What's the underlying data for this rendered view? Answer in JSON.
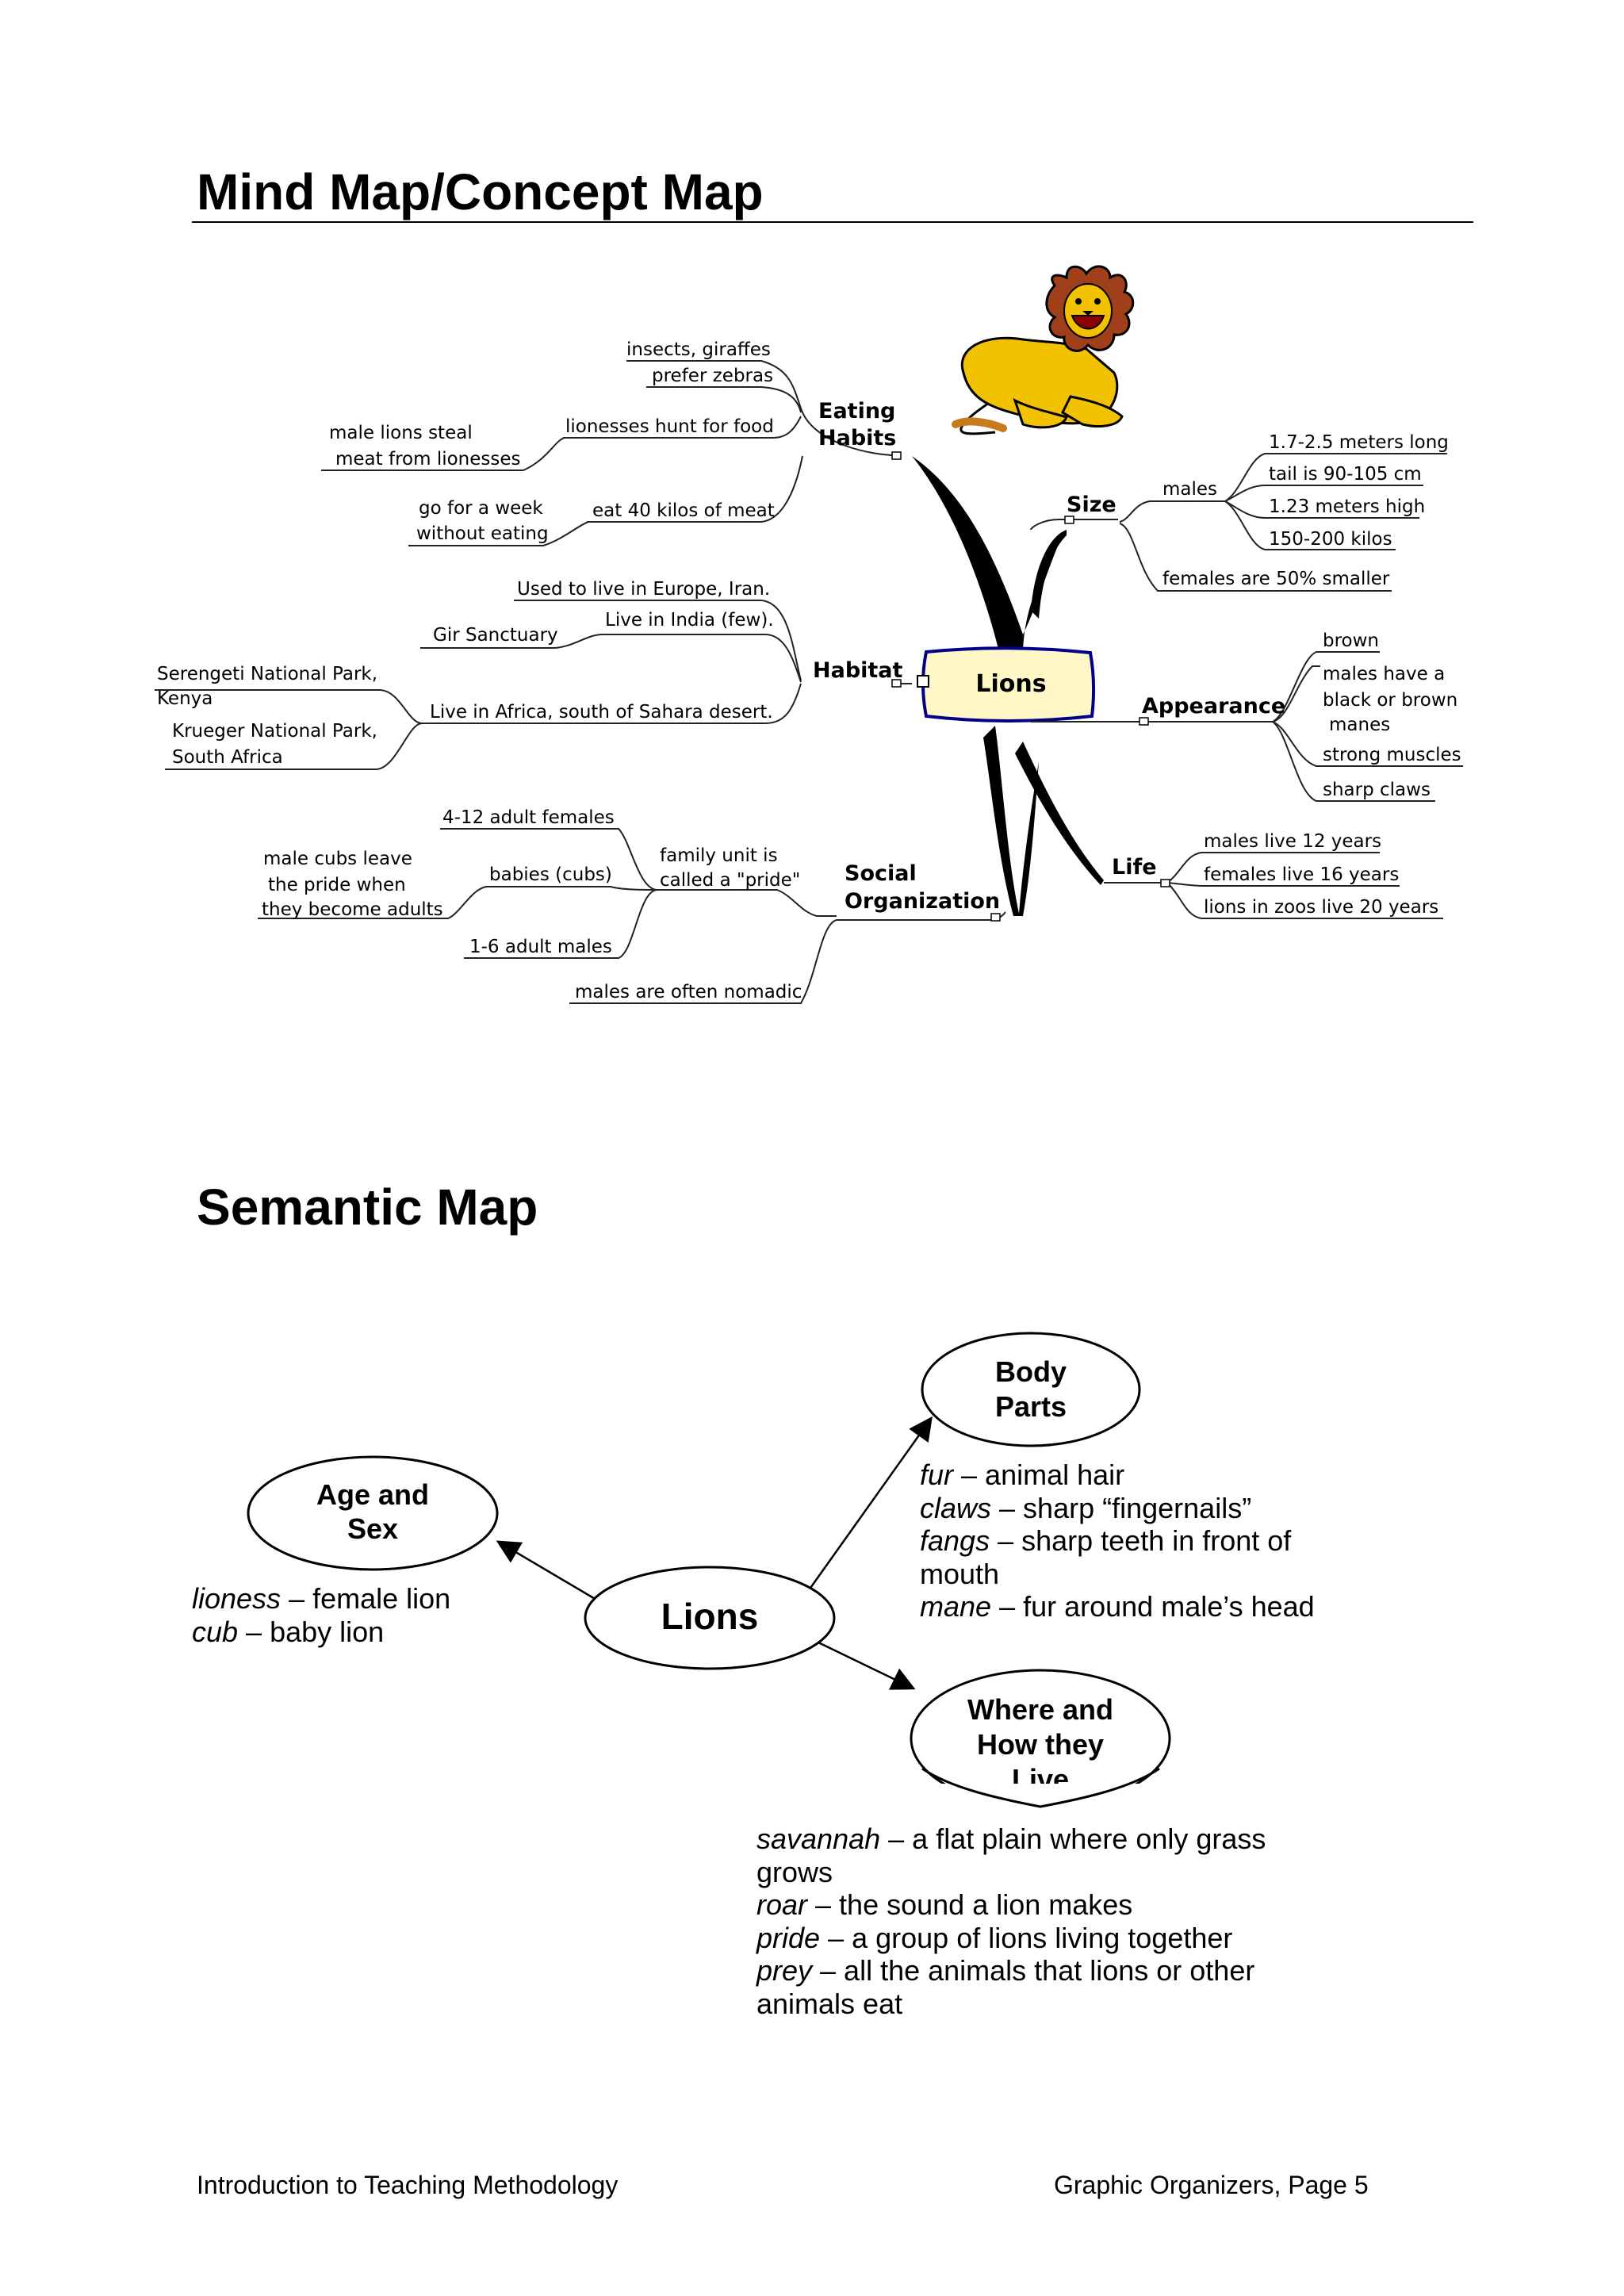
{
  "mind_map": {
    "title": "Mind Map/Concept Map",
    "center": "Lions",
    "branches": {
      "eating": {
        "label": [
          "Eating",
          "Habits"
        ],
        "items": [
          "insects, giraffes",
          "prefer zebras",
          "lionesses hunt for food",
          "eat 40 kilos of meat"
        ],
        "sub_lionesses": [
          "male lions steal",
          "meat from lionesses"
        ],
        "sub_eat": [
          "go for a week",
          "without eating"
        ]
      },
      "habitat": {
        "label": "Habitat",
        "items": [
          "Used to live in Europe, Iran.",
          "Live in India (few).",
          "Live in Africa, south of Sahara desert."
        ],
        "sub_india": "Gir Sanctuary",
        "sub_africa_1": [
          "Serengeti National Park,",
          "Kenya"
        ],
        "sub_africa_2": [
          "Krueger National Park,",
          "South Africa"
        ]
      },
      "social": {
        "label": [
          "Social",
          "Organization"
        ],
        "family": [
          "family unit is",
          "called a \"pride\""
        ],
        "family_items": [
          "4-12 adult females",
          "babies (cubs)",
          "1-6 adult males"
        ],
        "sub_cubs": [
          "male cubs leave",
          "the pride when",
          "they become adults"
        ],
        "nomadic": "males are often nomadic"
      },
      "size": {
        "label": "Size",
        "males": "males",
        "male_items": [
          "1.7-2.5 meters long",
          "tail is 90-105 cm",
          "1.23 meters high",
          "150-200 kilos"
        ],
        "females": "females are 50% smaller"
      },
      "appearance": {
        "label": "Appearance",
        "items": [
          "brown",
          "males have a black or brown manes",
          "strong muscles",
          "sharp claws"
        ],
        "item2_lines": [
          "males have a",
          "black or brown",
          "manes"
        ]
      },
      "life": {
        "label": "Life",
        "items": [
          "males live 12 years",
          "females live 16 years",
          "lions in zoos live 20 years"
        ]
      }
    }
  },
  "semantic_map": {
    "title": "Semantic Map",
    "center": "Lions",
    "nodes": {
      "age": [
        "Age and",
        "Sex"
      ],
      "body": [
        "Body",
        "Parts"
      ],
      "where": [
        "Where and",
        "How they",
        "Live"
      ]
    },
    "age_defs": [
      {
        "term": "lioness",
        "def": " – female lion"
      },
      {
        "term": "cub",
        "def": " – baby lion"
      }
    ],
    "body_defs": [
      {
        "term": "fur",
        "def": " – animal hair"
      },
      {
        "term": "claws",
        "def": " – sharp “fingernails”"
      },
      {
        "term": "fangs",
        "def": " – sharp teeth in front of"
      },
      {
        "term": "",
        "def": "mouth"
      },
      {
        "term": "mane",
        "def": " – fur around male’s head"
      }
    ],
    "where_defs": [
      {
        "term": "savannah",
        "def": " – a flat plain where only grass"
      },
      {
        "term": "",
        "def": "grows"
      },
      {
        "term": "roar",
        "def": " – the sound a lion makes"
      },
      {
        "term": "pride",
        "def": " – a group of lions living together"
      },
      {
        "term": "prey",
        "def": " – all the animals that lions or other"
      },
      {
        "term": "",
        "def": "animals eat"
      }
    ]
  },
  "footer": {
    "left": "Introduction to Teaching Methodology",
    "right": "Graphic Organizers, Page 5"
  },
  "colors": {
    "center_fill": "#fff8c6",
    "center_border": "#00008b",
    "center_text": "#1414d8",
    "lion_body": "#f2c200",
    "lion_mane": "#a0401a"
  }
}
